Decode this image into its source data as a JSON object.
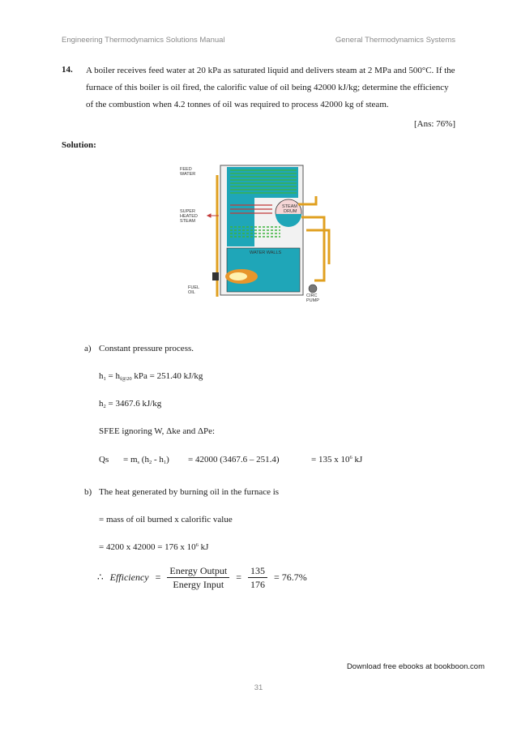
{
  "header": {
    "left": "Engineering Thermodynamics Solutions Manual",
    "right": "General Thermodynamics Systems"
  },
  "question": {
    "number": "14.",
    "text": "A boiler receives feed water at 20 kPa as saturated liquid and delivers steam at 2 MPa and 500°C. If the furnace of this boiler is oil fired, the calorific value of oil being 42000 kJ/kg; determine the efficiency of the combustion when 4.2 tonnes of oil was required to process 42000 kg of steam.",
    "answer": "[Ans: 76%]"
  },
  "solution_label": "Solution:",
  "diagram": {
    "feed_water": "FEED\nWATER",
    "super_heated_steam": "SUPER\nHEATED\nSTEAM",
    "steam_drum": "STEAM\nDRUM",
    "water_walls": "WATER WALLS",
    "fuel_oil": "FUEL\nOIL",
    "circ_pump": "CIRC\nPUMP",
    "colors": {
      "water": "#1fa6b8",
      "tubes": "#3cb43c",
      "hot": "#d94040",
      "pipe": "#e0a020",
      "wall": "#f0f0f0"
    }
  },
  "part_a": {
    "label": "a)",
    "title": "Constant pressure process.",
    "h1_lhs": "h",
    "h1_sub": "1",
    "h1_eq": " = h",
    "h1_sub2": "f@20",
    "h1_rhs": " kPa = 251.40 kJ/kg",
    "h2_lhs": "h",
    "h2_sub": "2",
    "h2_rhs": " = 3467.6 kJ/kg",
    "sfee": "SFEE ignoring W, Δke and ΔPe:",
    "qs_label": "Qs",
    "qs_eq1": "= m",
    "qs_sub_s": "s",
    "qs_eq1b": " (h",
    "qs_sub_2": "2",
    "qs_eq1c": " - h",
    "qs_sub_1": "1",
    "qs_eq1d": ")",
    "qs_eq2": "= 42000 (3467.6 – 251.4)",
    "qs_eq3": "= 135 x 10",
    "qs_exp": "6",
    "qs_unit": " kJ"
  },
  "part_b": {
    "label": "b)",
    "title": "The heat generated by burning oil in the furnace is",
    "line1": "= mass of oil burned x calorific value",
    "line2": "= 4200 x 42000 = 176 x 10",
    "line2_exp": "6",
    "line2_unit": " kJ",
    "therefore": "∴",
    "eff_label": "Efficiency",
    "eq": "=",
    "num1": "Energy  Output",
    "den1": "Energy  Input",
    "num2": "135",
    "den2": "176",
    "result": "= 76.7%"
  },
  "footer": {
    "download": "Download free ebooks at bookboon.com",
    "page": "31"
  }
}
